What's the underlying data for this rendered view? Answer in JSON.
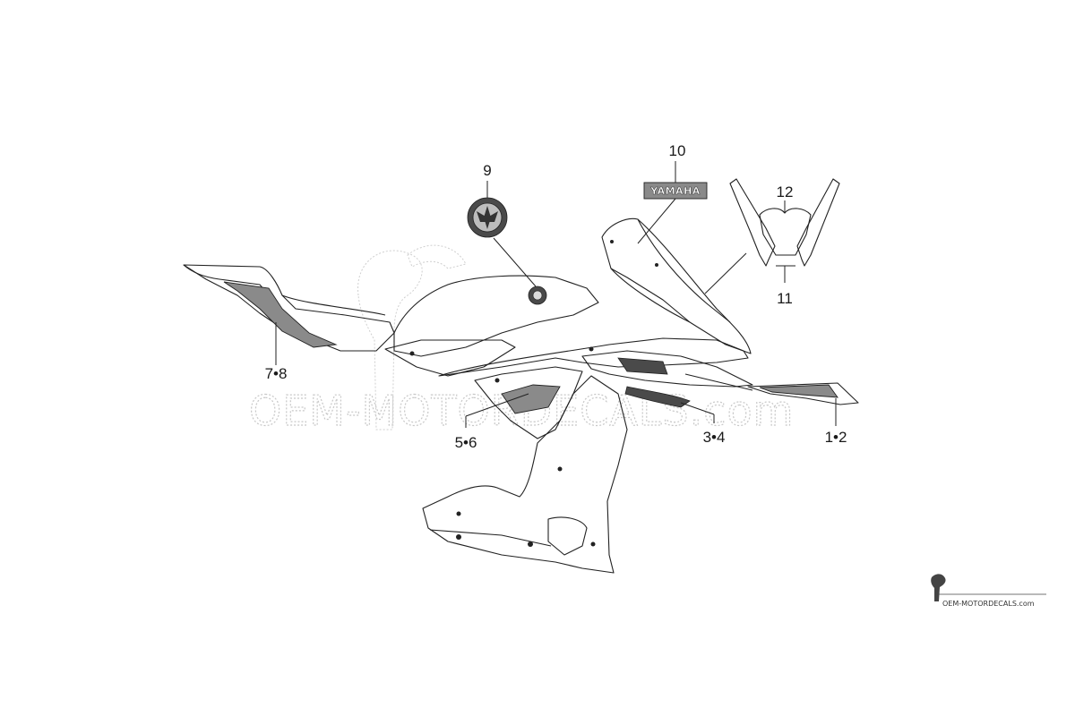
{
  "callouts": {
    "c1_2": "1•2",
    "c3_4": "3•4",
    "c5_6": "5•6",
    "c7_8": "7•8",
    "c9": "9",
    "c10": "10",
    "c11": "11",
    "c12": "12"
  },
  "decal_text": {
    "yamaha": "YAMAHA"
  },
  "watermark": {
    "main": "OEM-MOTORDECALS.com",
    "small": "OEM-MOTORDECALS.com"
  },
  "colors": {
    "line": "#222222",
    "decal_fill": "#8a8a8a",
    "watermark": "#c8c8c8"
  }
}
